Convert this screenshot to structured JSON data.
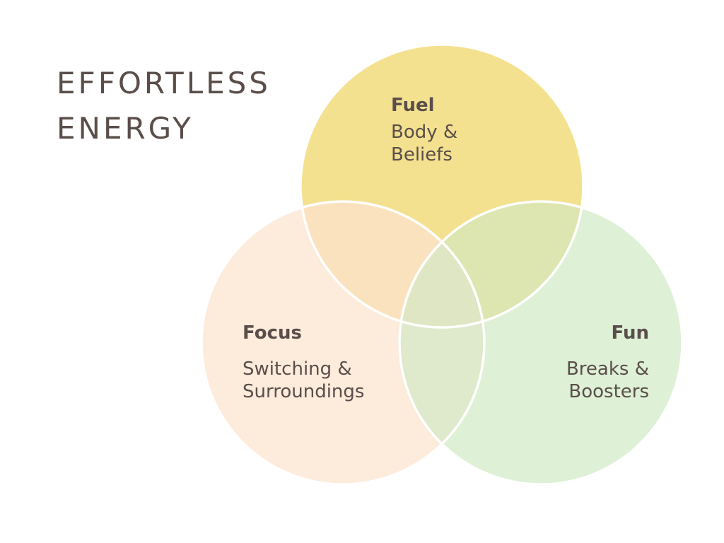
{
  "title": {
    "line1": "EFFORTLESS",
    "line2": "ENERGY"
  },
  "circles": {
    "fuel": {
      "title": "Fuel",
      "line1": "Body &",
      "line2": "Beliefs",
      "color": "#f4e190"
    },
    "focus": {
      "title": "Focus",
      "line1": "Switching &",
      "line2": "Surroundings",
      "color": "#fdebdc"
    },
    "fun": {
      "title": "Fun",
      "line1": "Breaks &",
      "line2": "Boosters",
      "color": "#def0d6"
    }
  },
  "overlap_colors": {
    "fuel_focus": "#fbe2bf",
    "fuel_fun": "#dde6b1",
    "focus_fun": "#dfe9cc",
    "center": "#dfe6c4"
  },
  "outline_color": "#ffffff"
}
